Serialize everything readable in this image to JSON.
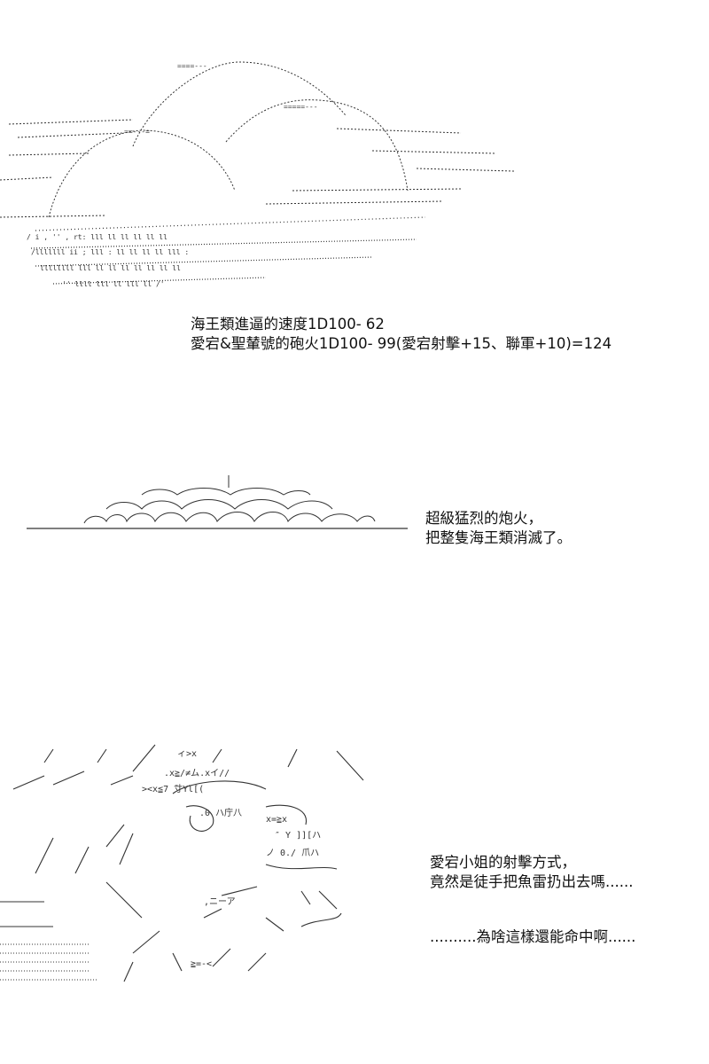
{
  "roll_results": {
    "line1": "海王類進逼的速度1D100-   62",
    "line2": "愛宕&聖輦號的砲火1D100- 99(愛宕射擊+15、聯軍+10)=124"
  },
  "caption_firepower": {
    "line1": "超級猛烈的炮火，",
    "line2": "把整隻海王類消滅了。"
  },
  "caption_atago": {
    "line1": "愛宕小姐的射擊方式，",
    "line2": "竟然是徒手把魚雷扔出去嗎......",
    "line3": "..........為啥這樣還能命中啊......"
  },
  "colors": {
    "ink": "#333333",
    "text": "#111111",
    "background": "#ffffff"
  },
  "icons": [
    "ascii-art-explosion-clouds",
    "ascii-art-sea-explosion",
    "ascii-art-atago-throwing"
  ]
}
